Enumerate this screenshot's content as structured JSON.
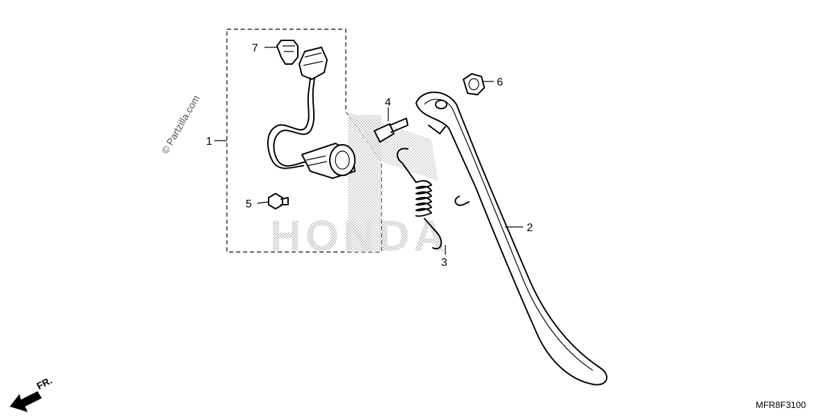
{
  "watermark": "© Partzilla.com",
  "diagram_code": "MFR8F3100",
  "direction_label": "FR.",
  "logo_text": "HONDA",
  "callouts": [
    {
      "id": "1",
      "label": "1"
    },
    {
      "id": "2",
      "label": "2"
    },
    {
      "id": "3",
      "label": "3"
    },
    {
      "id": "4",
      "label": "4"
    },
    {
      "id": "5",
      "label": "5"
    },
    {
      "id": "6",
      "label": "6"
    },
    {
      "id": "7",
      "label": "7"
    }
  ]
}
